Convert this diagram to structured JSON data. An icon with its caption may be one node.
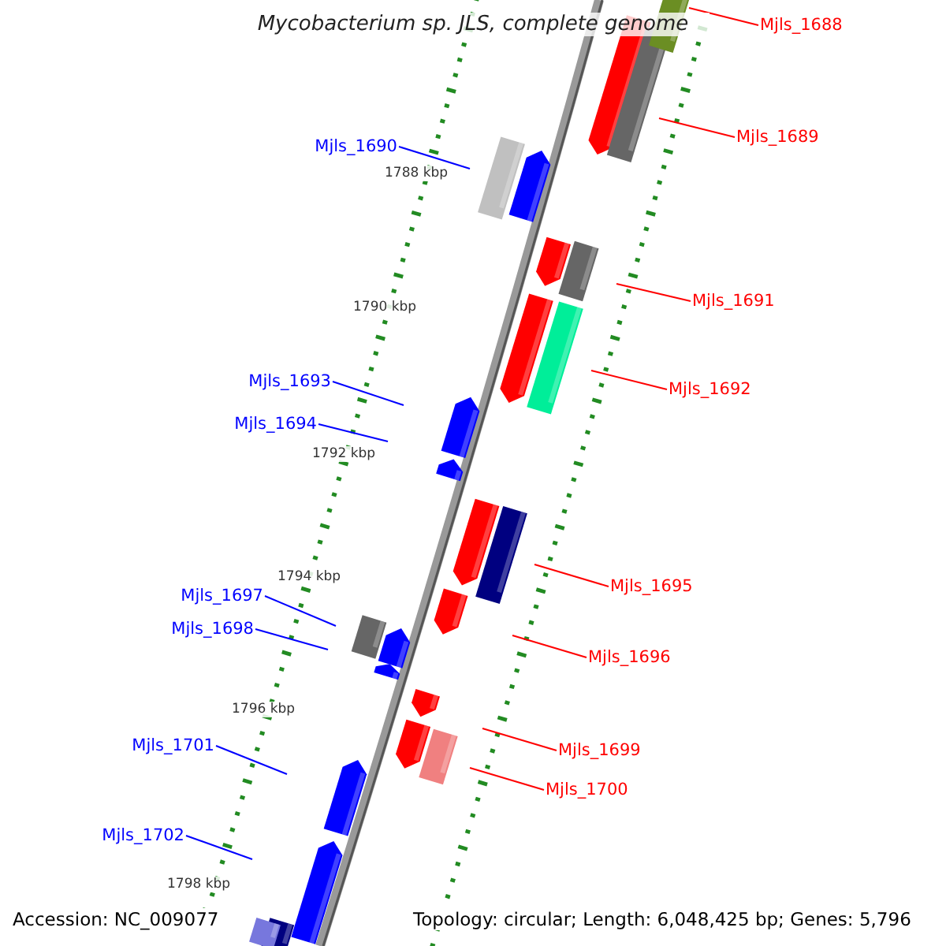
{
  "diagram": {
    "title": "Mycobacterium sp. JLS, complete genome",
    "nodes": [
      {
        "text": [
          "Mjls_1688"
        ]
      },
      {
        "text": [
          "Mjls_1689"
        ]
      },
      {
        "text": [
          "Mjls_1690"
        ]
      },
      {
        "text": [
          "Mjls_1691"
        ]
      },
      {
        "text": [
          "Mjls_1692"
        ]
      },
      {
        "text": [
          "Mjls_1693"
        ]
      },
      {
        "text": [
          "Mjls_1694"
        ]
      },
      {
        "text": [
          "Mjls_1695"
        ]
      },
      {
        "text": [
          "Mjls_1696"
        ]
      },
      {
        "text": [
          "Mjls_1697"
        ]
      },
      {
        "text": [
          "Mjls_1698"
        ]
      },
      {
        "text": [
          "Mjls_1699"
        ]
      },
      {
        "text": [
          "Mjls_1700"
        ]
      },
      {
        "text": [
          "Mjls_1701"
        ]
      },
      {
        "text": [
          "Mjls_1702"
        ]
      }
    ],
    "edges": [
      {
        "from": 0,
        "to": null,
        "arrow": "none"
      },
      {
        "from": 1,
        "to": null,
        "arrow": "none"
      },
      {
        "from": 2,
        "to": null,
        "arrow": "none",
        "color": "#0000ff"
      },
      {
        "from": 3,
        "to": null,
        "arrow": "none"
      },
      {
        "from": 4,
        "to": null,
        "arrow": "none"
      },
      {
        "from": 5,
        "to": null,
        "arrow": "none",
        "color": "#0000ff"
      },
      {
        "from": 6,
        "to": null,
        "arrow": "none",
        "color": "#0000ff"
      },
      {
        "from": 7,
        "to": null,
        "arrow": "none"
      },
      {
        "from": 8,
        "to": null,
        "arrow": "none"
      },
      {
        "from": 9,
        "to": null,
        "arrow": "none",
        "color": "#0000ff"
      },
      {
        "from": 10,
        "to": null,
        "arrow": "none",
        "color": "#0000ff"
      },
      {
        "from": 11,
        "to": null,
        "arrow": "none"
      },
      {
        "from": 12,
        "to": null,
        "arrow": "none"
      },
      {
        "from": 13,
        "to": null,
        "arrow": "none",
        "color": "#0000ff"
      },
      {
        "from": 14,
        "to": null,
        "arrow": "none",
        "color": "#0000ff"
      }
    ],
    "labels": [
      "1788 kbp",
      "1790 kbp",
      "1792 kbp",
      "1794 kbp",
      "1796 kbp",
      "1798 kbp",
      "Accession: NC_009077",
      "Topology: circular; Length: 6,048,425 bp; Genes: 5,796"
    ]
  }
}
